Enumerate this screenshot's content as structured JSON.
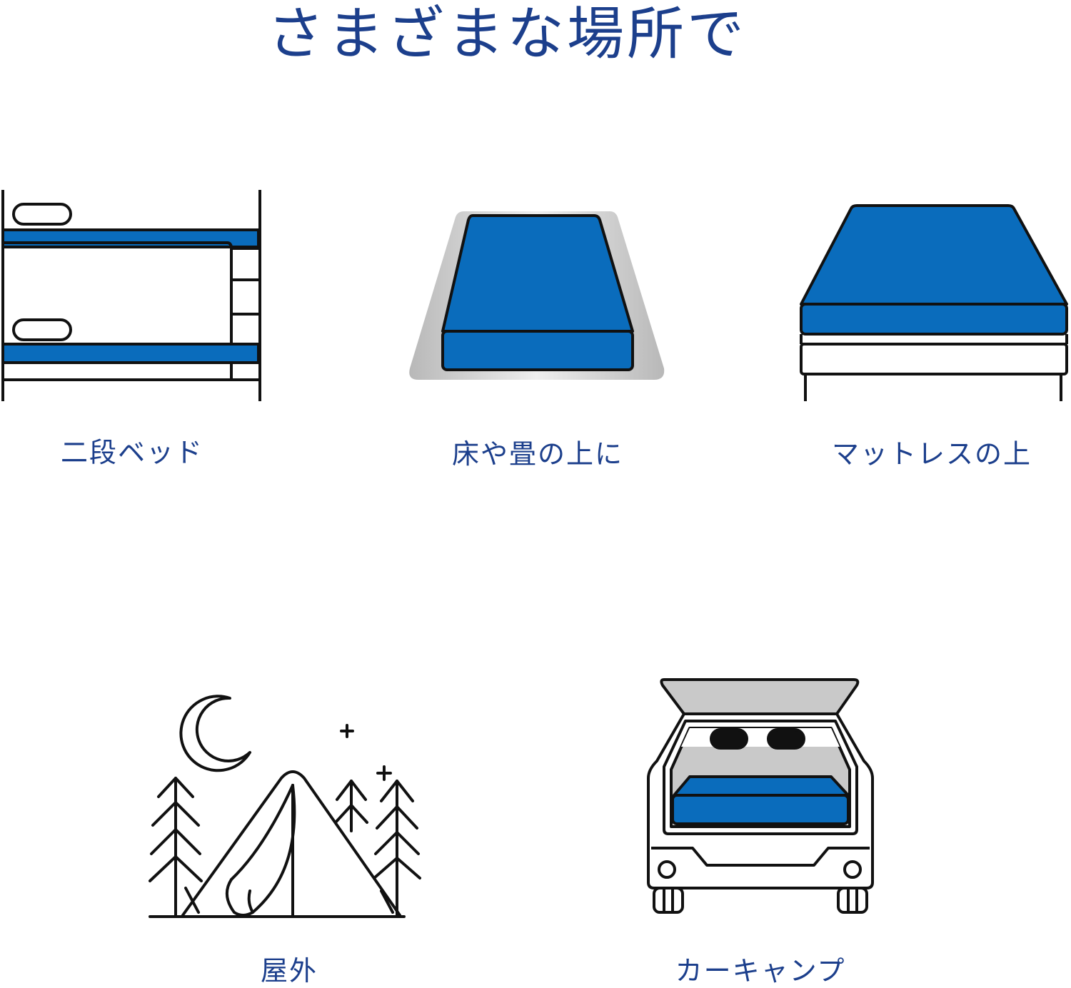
{
  "title": "さまざまな場所で",
  "places": [
    {
      "label": "二段ベッド",
      "icon": "bunk-bed-icon"
    },
    {
      "label": "床や畳の上に",
      "icon": "floor-mattress-icon"
    },
    {
      "label": "マットレスの上",
      "icon": "mattress-on-bed-icon"
    },
    {
      "label": "屋外",
      "icon": "outdoor-camping-icon"
    },
    {
      "label": "カーキャンプ",
      "icon": "car-camping-icon"
    }
  ],
  "colors": {
    "accent": "#0a6cbc",
    "text": "#1c3f8c",
    "line": "#111111",
    "gray": "#c9c9c9"
  }
}
